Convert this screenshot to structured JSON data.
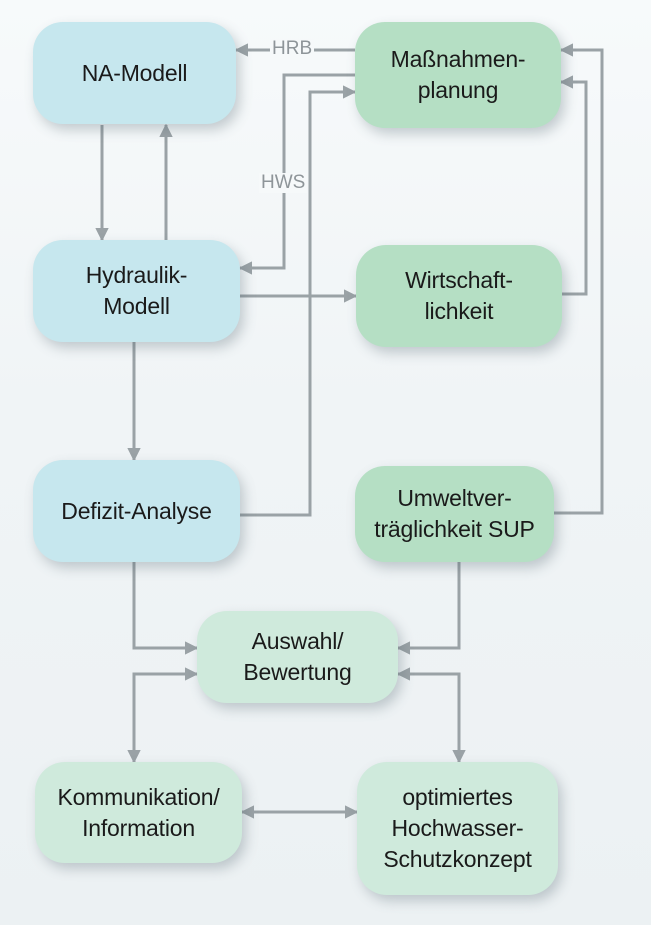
{
  "nodes": {
    "na_modell": "NA-Modell",
    "massnahmenplanung": "Maßnahmen-\nplanung",
    "hydraulik_modell": "Hydraulik-\nModell",
    "wirtschaftlichkeit": "Wirtschaft-\nlichkeit",
    "defizit_analyse": "Defizit-Analyse",
    "umweltvertraeglichkeit": "Umweltver-\nträglichkeit SUP",
    "auswahl_bewertung": "Auswahl/\nBewertung",
    "kommunikation": "Kommunikation/\nInformation",
    "schutzkonzept": "optimiertes\nHochwasser-\nSchutzkonzept"
  },
  "edge_labels": {
    "hrb": "HRB",
    "hws": "HWS"
  },
  "colors": {
    "blue_node": "#c6e7ee",
    "green_node": "#b5dfc4",
    "light_green_node": "#cfeadc",
    "connector": "#9aa2a6"
  }
}
